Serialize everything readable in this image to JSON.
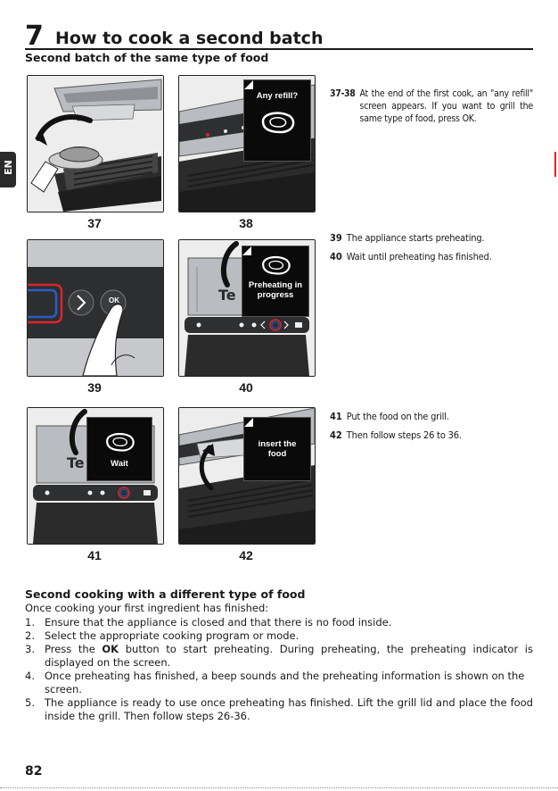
{
  "header": {
    "section_number": "7",
    "title": "How to cook a second batch",
    "subtitle": "Second batch of the same type of food"
  },
  "side_tab": {
    "language": "EN"
  },
  "figures": [
    {
      "number": "37",
      "screen": ""
    },
    {
      "number": "38",
      "screen": "Any refill?"
    },
    {
      "number": "39",
      "screen": ""
    },
    {
      "number": "40",
      "screen": "Preheating in progress"
    },
    {
      "number": "41",
      "screen": "Wait"
    },
    {
      "number": "42",
      "screen": "insert the food"
    }
  ],
  "brand_fragment": "Te",
  "ok_button_label": "OK",
  "steps_group1": [
    {
      "num": "37-38",
      "text": "At the end of the first cook, an \"any refill\" screen appears. If you want to grill the same type of food, press OK."
    }
  ],
  "steps_group2": [
    {
      "num": "39",
      "text": "The appliance starts preheating."
    },
    {
      "num": "40",
      "text": "Wait until preheating has finished."
    }
  ],
  "steps_group3": [
    {
      "num": "41",
      "text": "Put the food on the grill."
    },
    {
      "num": "42",
      "text": "Then follow steps 26 to 36."
    }
  ],
  "second_section": {
    "heading": "Second cooking with a different type of food",
    "intro": "Once cooking your first ingredient has finished:",
    "items": [
      {
        "n": "1.",
        "text": "Ensure that the appliance is closed and that there is no food inside."
      },
      {
        "n": "2.",
        "text": "Select the appropriate cooking program or mode."
      },
      {
        "n": "3.",
        "pre": "Press the ",
        "bold": "OK",
        "post": " button to start preheating. During preheating, the preheating indicator is displayed on the screen."
      },
      {
        "n": "4.",
        "text": "Once preheating has finished, a beep sounds and the preheating information is shown on the screen."
      },
      {
        "n": "5.",
        "text": "The appliance is ready to use once preheating has finished. Lift the grill lid and place the food inside the grill. Then follow steps 26-36."
      }
    ]
  },
  "footer": {
    "page_number": "82"
  },
  "colors": {
    "text": "#1a1a1a",
    "screen": "#0a0a0a",
    "accent_red": "#d8262c",
    "accent_blue": "#2a5cc8",
    "steel": "#b9bcc0",
    "grill_dark": "#2b2b2b"
  }
}
